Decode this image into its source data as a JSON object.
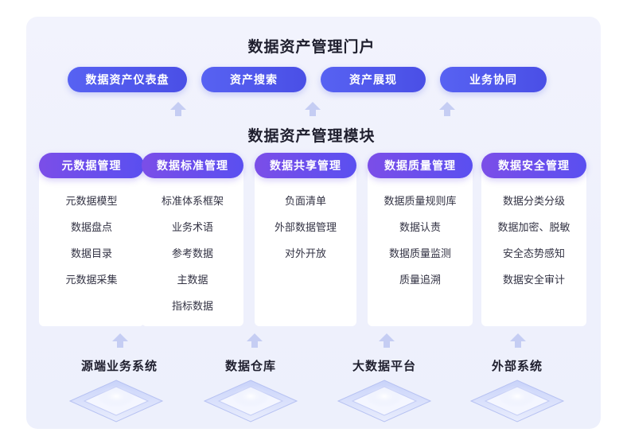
{
  "portal": {
    "title": "数据资产管理门户",
    "items": [
      "数据资产仪表盘",
      "资产搜索",
      "资产展现",
      "业务协同"
    ]
  },
  "modules": {
    "title": "数据资产管理模块",
    "list": [
      {
        "header": "元数据管理",
        "items": [
          "元数据模型",
          "数据盘点",
          "数据目录",
          "元数据采集"
        ]
      },
      {
        "header": "数据标准管理",
        "items": [
          "标准体系框架",
          "业务术语",
          "参考数据",
          "主数据",
          "指标数据"
        ]
      },
      {
        "header": "数据共享管理",
        "items": [
          "负面清单",
          "外部数据管理",
          "对外开放"
        ]
      },
      {
        "header": "数据质量管理",
        "items": [
          "数据质量规则库",
          "数据认责",
          "数据质量监测",
          "质量追溯"
        ]
      },
      {
        "header": "数据安全管理",
        "items": [
          "数据分类分级",
          "数据加密、脱敏",
          "安全态势感知",
          "数据安全审计"
        ]
      }
    ]
  },
  "sources": [
    "源端业务系统",
    "数据仓库",
    "大数据平台",
    "外部系统"
  ],
  "colors": {
    "portal_pill": "#4f56ec",
    "module_header": "#6a4ff0",
    "arrow": "#c5cdf3",
    "panel": "#eff1fc"
  },
  "icons": {
    "arrow": "up-arrow-icon",
    "platform": "platform-icon"
  }
}
